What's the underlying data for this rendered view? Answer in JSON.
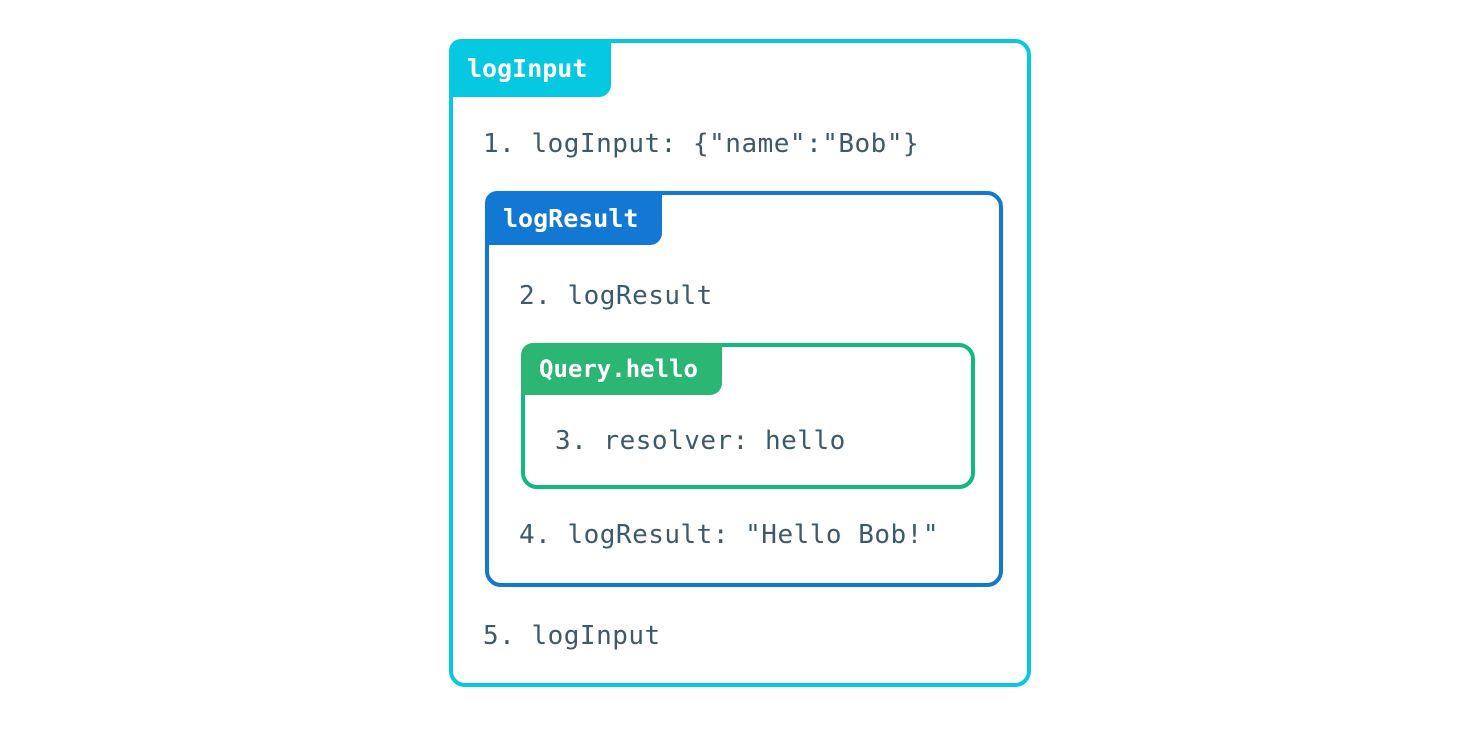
{
  "diagram": {
    "background_color": "#ffffff",
    "text_color": "#3d5a6c",
    "outer": {
      "label": "logInput",
      "accent_color": "#06c8e0",
      "lines": {
        "first": "1. logInput: {\"name\":\"Bob\"}",
        "last": "5. logInput"
      }
    },
    "middle": {
      "label": "logResult",
      "accent_color": "#1278d4",
      "lines": {
        "first": "2. logResult",
        "last": "4. logResult: \"Hello Bob!\""
      }
    },
    "inner": {
      "label": "Query.hello",
      "accent_color": "#2bb673",
      "lines": {
        "first": "3. resolver: hello"
      }
    }
  }
}
